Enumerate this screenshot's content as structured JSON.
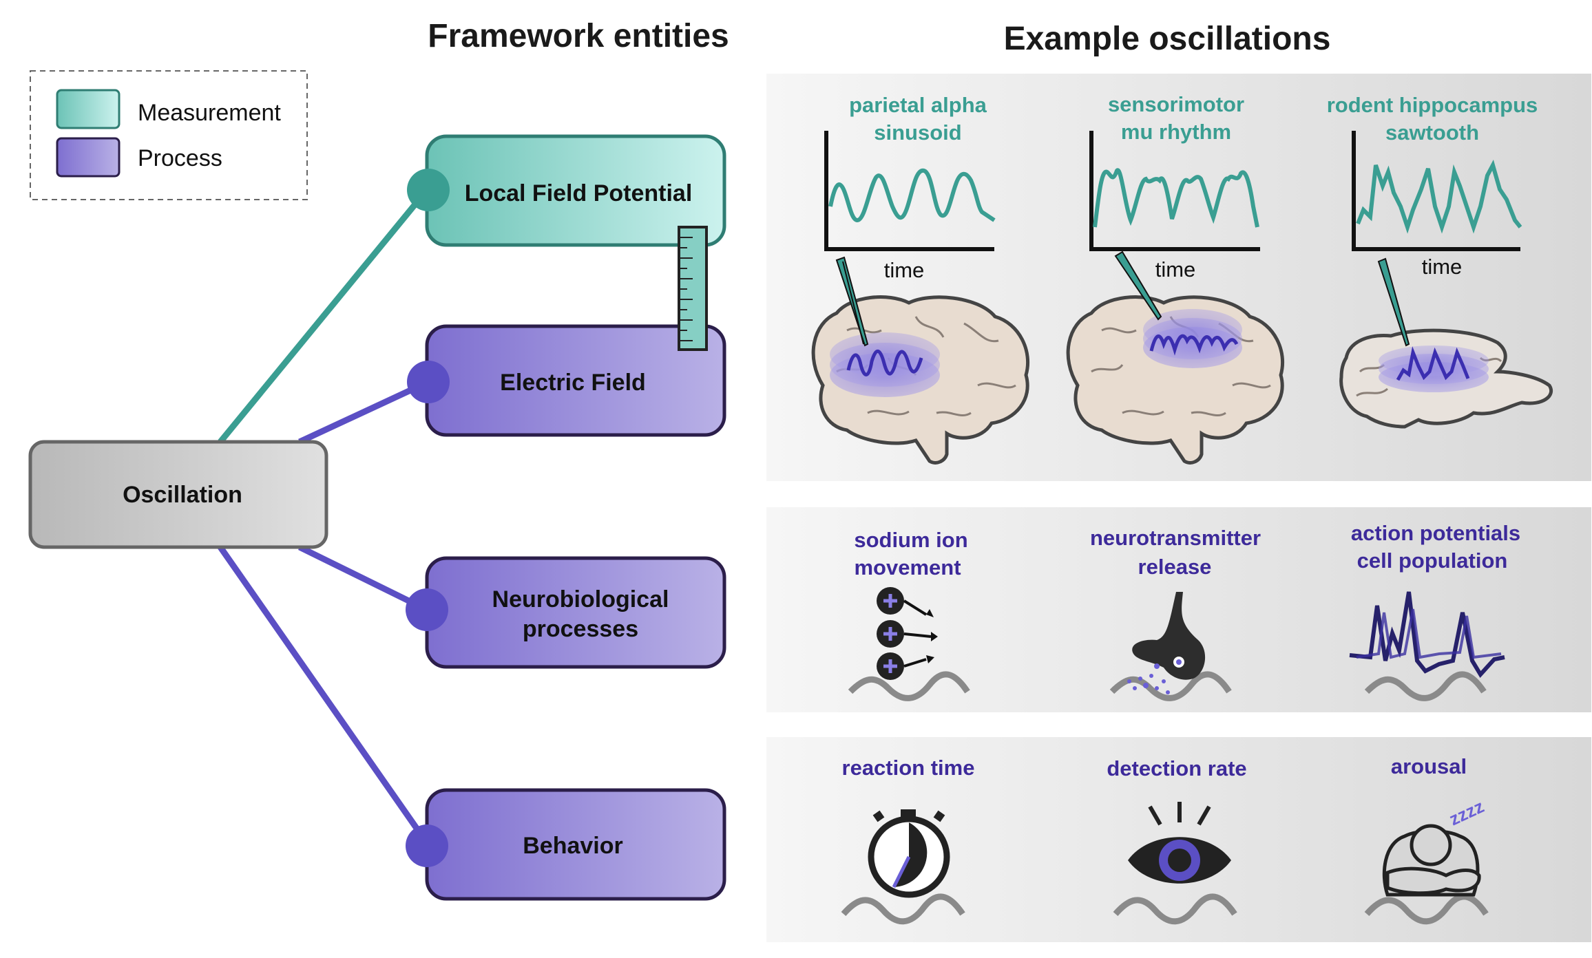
{
  "headings": {
    "framework": "Framework entities",
    "examples": "Example oscillations"
  },
  "legend": {
    "measurement": "Measurement",
    "process": "Process"
  },
  "nodes": {
    "oscillation": "Oscillation",
    "lfp": "Local Field Potential",
    "electric_field": "Electric Field",
    "neuro_line1": "Neurobiological",
    "neuro_line2": "processes",
    "behavior": "Behavior"
  },
  "examples": {
    "row1": [
      {
        "line1": "parietal alpha",
        "line2": "sinusoid",
        "axis": "time"
      },
      {
        "line1": "sensorimotor",
        "line2": "mu rhythm",
        "axis": "time"
      },
      {
        "line1": "rodent hippocampus",
        "line2": "sawtooth",
        "axis": "time"
      }
    ],
    "row2": [
      {
        "line1": "sodium ion",
        "line2": "movement"
      },
      {
        "line1": "neurotransmitter",
        "line2": "release"
      },
      {
        "line1": "action potentials",
        "line2": "cell population"
      }
    ],
    "row3": [
      {
        "label": "reaction time"
      },
      {
        "label": "detection rate"
      },
      {
        "label": "arousal"
      }
    ]
  },
  "colors": {
    "measurement": "#3a9e92",
    "process": "#5b4fc4",
    "panel_bg": "#ececec",
    "oscillation_box": "#cfcfcf"
  },
  "icons": [
    "ruler-icon",
    "electrode-icon",
    "brain-icon",
    "rodent-brain-icon",
    "ion-icon",
    "synapse-icon",
    "spike-icon",
    "stopwatch-icon",
    "eye-icon",
    "sleeping-person-icon",
    "oscillation-wave-icon"
  ]
}
